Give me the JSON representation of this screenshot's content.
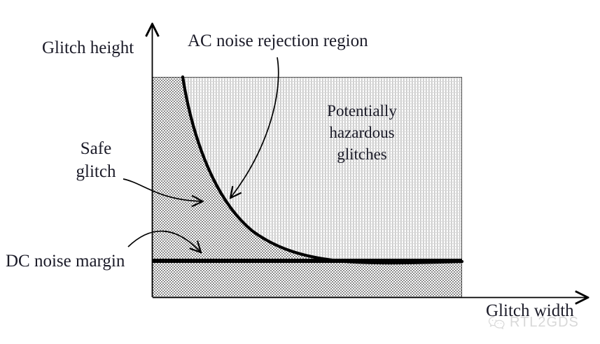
{
  "figure": {
    "type": "diagram",
    "title": "Glitch height vs glitch width noise rejection diagram",
    "axes": {
      "y_label": "Glitch height",
      "x_label": "Glitch width",
      "y_axis_name": "vertical-axis",
      "x_axis_name": "horizontal-axis"
    },
    "annotations": {
      "ac_noise": "AC noise rejection region",
      "hazard_line1": "Potentially",
      "hazard_line2": "hazardous",
      "hazard_line3": "glitches",
      "safe_line1": "Safe",
      "safe_line2": "glitch",
      "dc_margin": "DC noise margin"
    },
    "regions": {
      "safe_region_name": "safe-glitch-region",
      "hazard_region_name": "potentially-hazardous-region",
      "dc_below_region_name": "below-dc-noise-margin-region"
    },
    "curves": {
      "ac_rejection_boundary": "hyperbolic AC noise rejection boundary",
      "dc_noise_margin_line": "horizontal DC noise margin threshold"
    },
    "colors": {
      "ink": "#1b1b28",
      "line": "#000000",
      "dark_hatch": "#9a9a9a",
      "light_hatch": "#cfcfcf",
      "background": "#ffffff",
      "watermark": "#d8d8d8"
    }
  },
  "watermark": {
    "text": "RTL2GDS",
    "icon": "wechat-icon"
  }
}
